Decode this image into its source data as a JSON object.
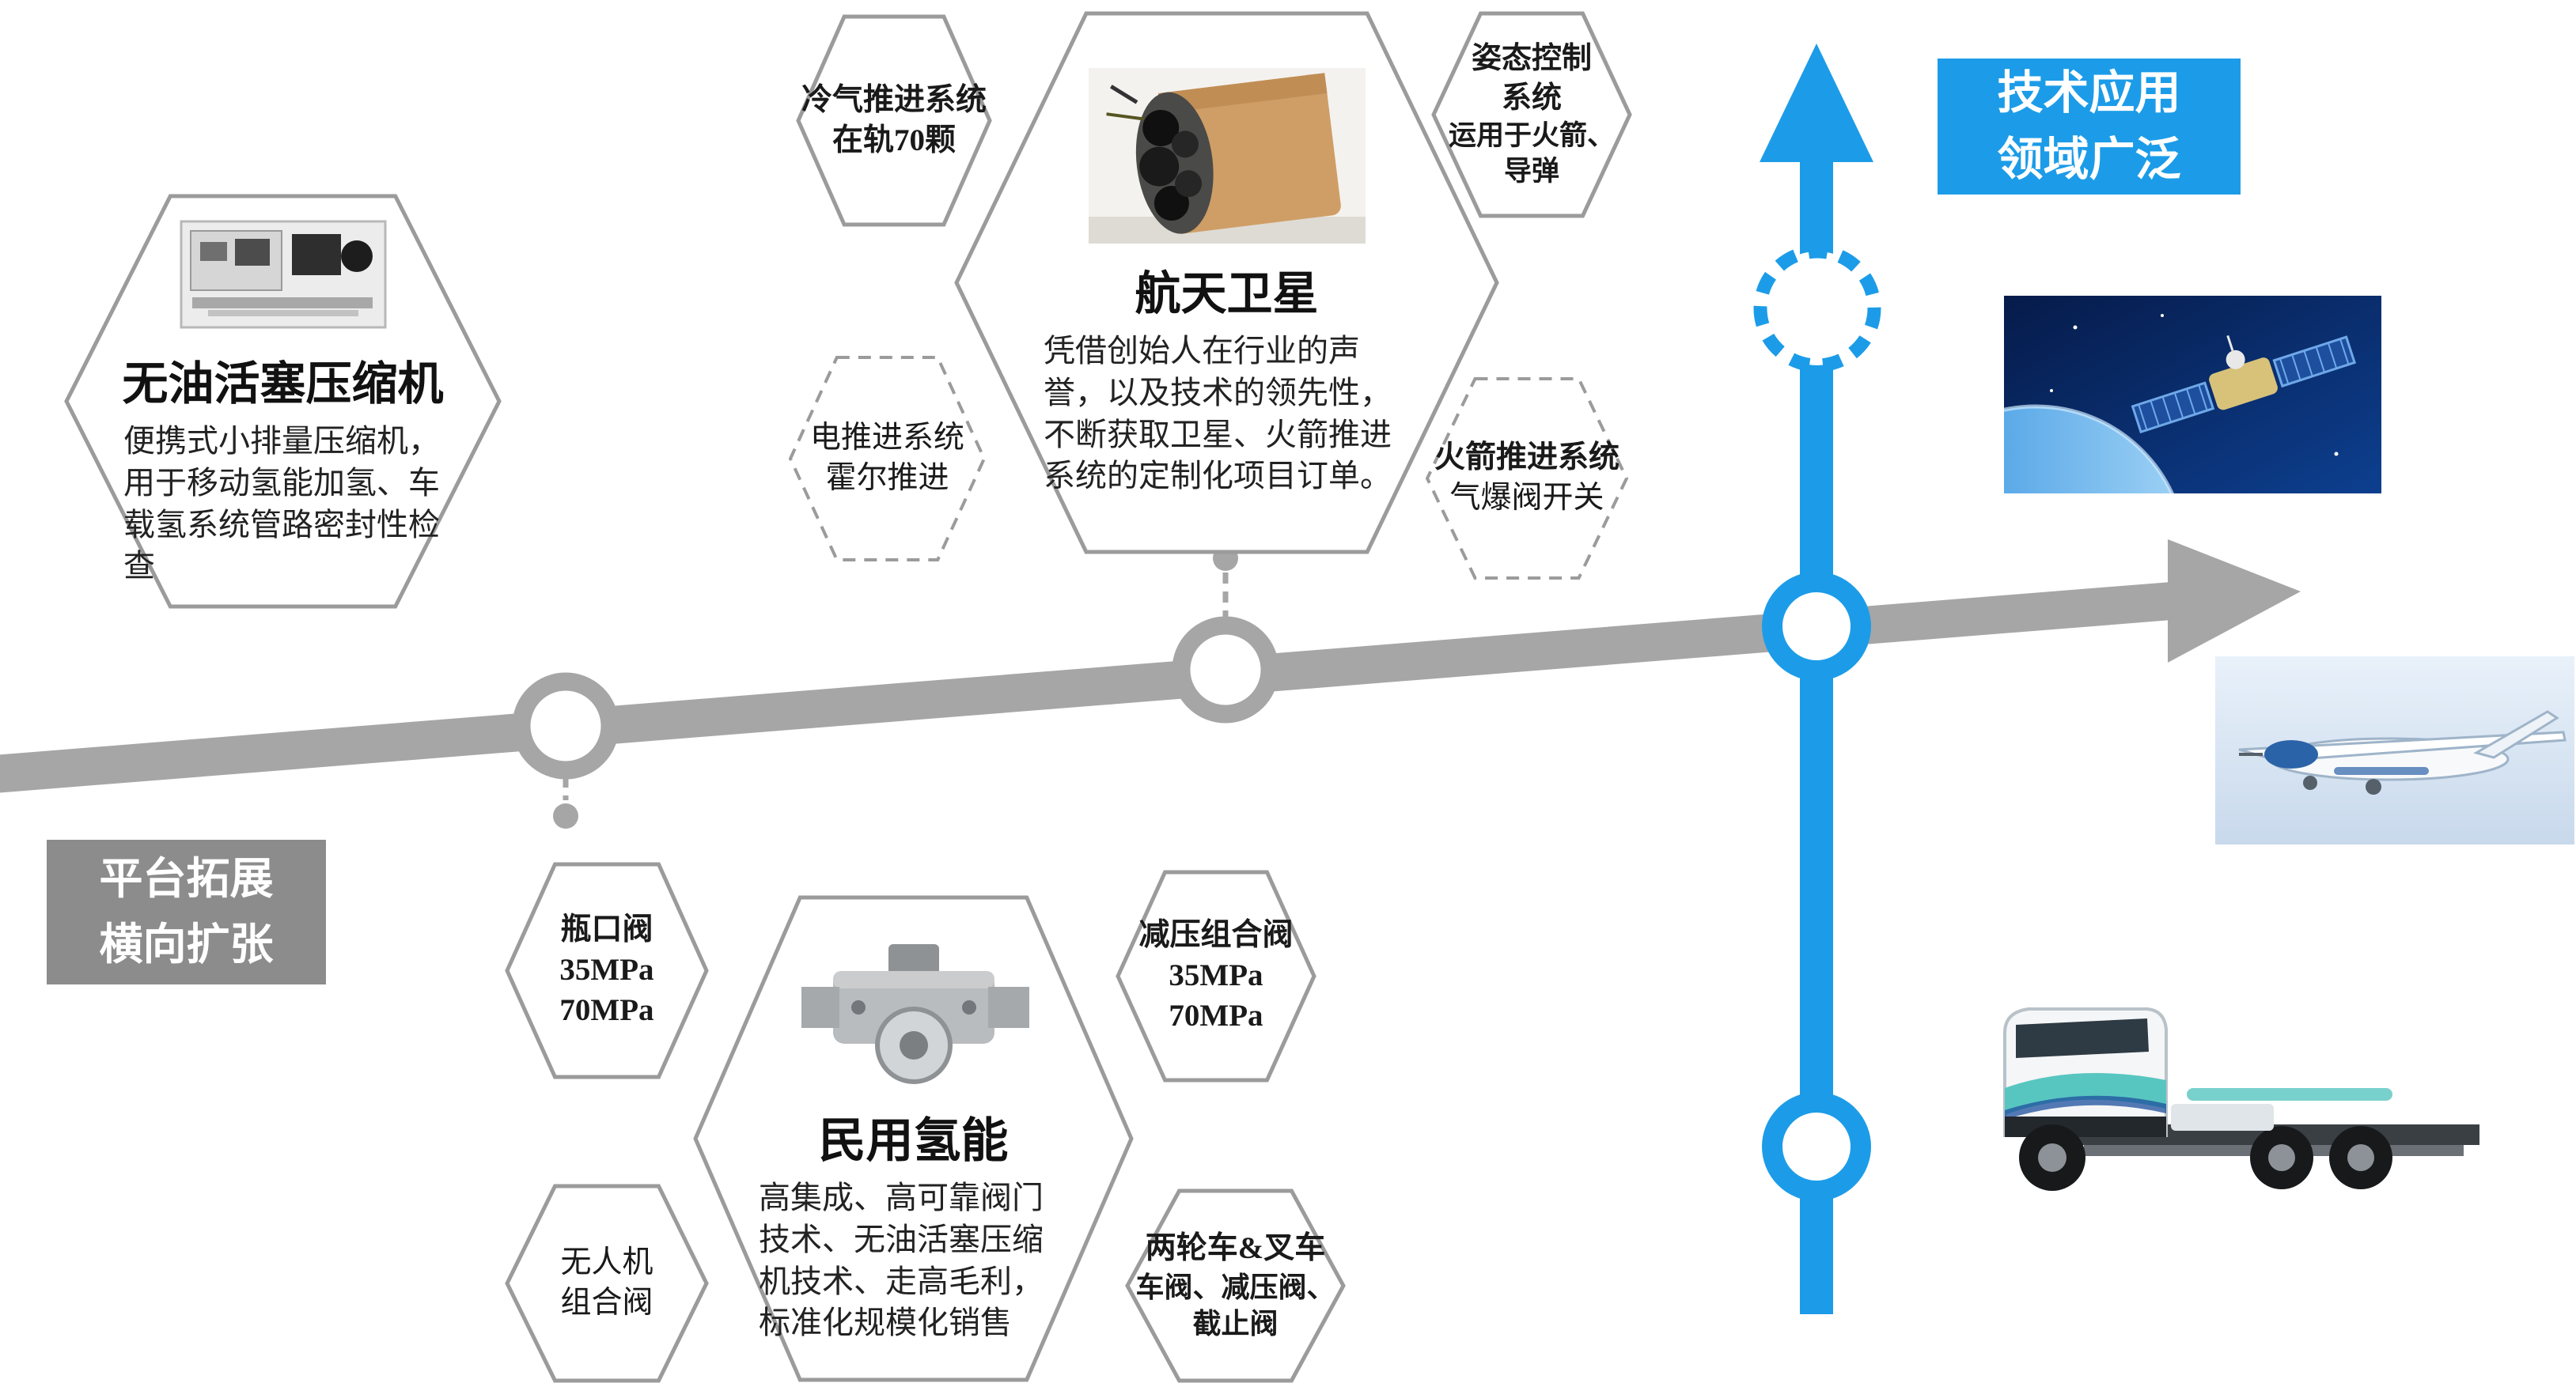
{
  "colors": {
    "blue": "#1C9CE8",
    "gray_arrow": "#A6A6A6",
    "hex_border": "#9B9B9B",
    "label_gray": "#8C8C8C"
  },
  "tech_label": {
    "line1": "技术应用",
    "line2": "领域广泛"
  },
  "platform_label": {
    "line1": "平台拓展",
    "line2": "横向扩张"
  },
  "hex": {
    "compressor": {
      "title": "无油活塞压缩机",
      "desc": "便携式小排量压缩机，用于移动氢能加氢、车载氢系统管路密封性检查",
      "photo": "compressor-photo"
    },
    "cold_gas": {
      "line1": "冷气推进系统",
      "line2": "在轨70颗"
    },
    "satellite": {
      "title": "航天卫星",
      "desc": "凭借创始人在行业的声誉，以及技术的领先性，不断获取卫星、火箭推进系统的定制化项目订单。",
      "photo": "satellite-thruster-photo"
    },
    "attitude": {
      "line1": "姿态控制",
      "line2": "系统",
      "line3": "运用于火箭、",
      "line4": "导弹"
    },
    "electric": {
      "line1": "电推进系统",
      "line2": "霍尔推进"
    },
    "rocket": {
      "line1": "火箭推进系统",
      "line2": "气爆阀开关"
    },
    "bottle": {
      "line1": "瓶口阀",
      "line2": "35MPa",
      "line3": "70MPa"
    },
    "civil": {
      "title": "民用氢能",
      "desc": "高集成、高可靠阀门技术、无油活塞压缩机技术、走高毛利，标准化规模化销售",
      "photo": "valve-photo"
    },
    "pressure": {
      "line1": "减压组合阀",
      "line2": "35MPa",
      "line3": "70MPa"
    },
    "uav_valve": {
      "line1": "无人机",
      "line2": "组合阀"
    },
    "vehicle": {
      "line1": "两轮车&叉车",
      "line2": "车阀、减压阀、",
      "line3": "截止阀"
    }
  },
  "images": {
    "satellite_space": "satellite-in-space-photo",
    "uav": "uav-photo",
    "truck": "hydrogen-truck-photo"
  }
}
